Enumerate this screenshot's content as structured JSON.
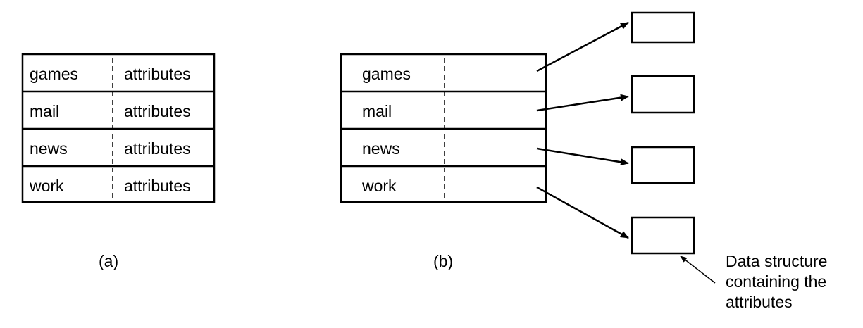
{
  "figure_a": {
    "caption": "(a)",
    "rows": [
      {
        "name": "games",
        "value": "attributes"
      },
      {
        "name": "mail",
        "value": "attributes"
      },
      {
        "name": "news",
        "value": "attributes"
      },
      {
        "name": "work",
        "value": "attributes"
      }
    ]
  },
  "figure_b": {
    "caption": "(b)",
    "rows": [
      {
        "name": "games"
      },
      {
        "name": "mail"
      },
      {
        "name": "news"
      },
      {
        "name": "work"
      }
    ],
    "annotation": {
      "lines": [
        "Data structure",
        "containing the",
        "attributes"
      ]
    }
  },
  "colors": {
    "stroke": "#000000",
    "background": "#ffffff"
  }
}
